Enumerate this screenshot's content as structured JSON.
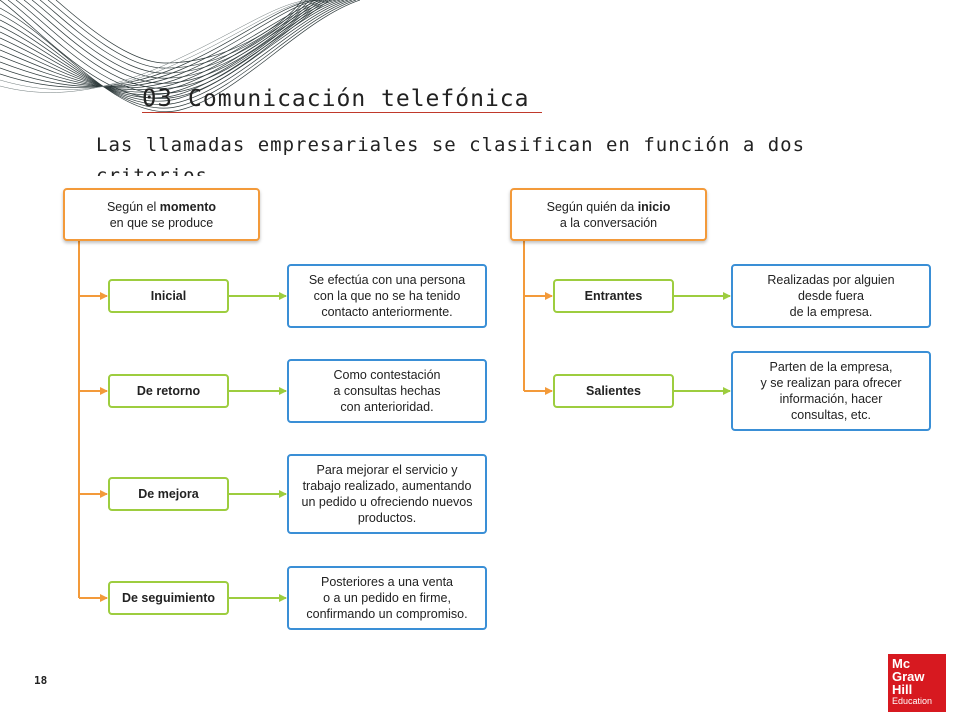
{
  "header": {
    "chapter_number": "03",
    "chapter_title": "Comunicación telefónica"
  },
  "intro": "Las llamadas empresariales se clasifican en función a dos criterios.",
  "diagram": {
    "left": {
      "head_prefix": "Según el ",
      "head_bold": "momento",
      "head_suffix": "\nen que se produce",
      "items": [
        {
          "label": "Inicial",
          "description": "Se efectúa con una persona\ncon la que no se ha tenido\ncontacto anteriormente."
        },
        {
          "label": "De retorno",
          "description": "Como contestación\na consultas hechas\ncon anterioridad."
        },
        {
          "label": "De mejora",
          "description": "Para mejorar el servicio y\ntrabajo realizado, aumentando\nun pedido u ofreciendo nuevos\nproductos."
        },
        {
          "label": "De seguimiento",
          "description": "Posteriores a una venta\no a un pedido en firme,\nconfirmando un compromiso."
        }
      ]
    },
    "right": {
      "head_prefix": "Según quién da ",
      "head_bold": "inicio",
      "head_suffix": "\na la conversación",
      "items": [
        {
          "label": "Entrantes",
          "description": "Realizadas por alguien\ndesde fuera\nde la empresa."
        },
        {
          "label": "Salientes",
          "description": "Parten de la empresa,\ny se realizan para ofrecer\ninformación, hacer\nconsultas, etc."
        }
      ]
    }
  },
  "footer": {
    "page_number": "18",
    "logo_lines": [
      "Mc",
      "Graw",
      "Hill",
      "Education"
    ]
  },
  "colors": {
    "head_border": "#f39a3a",
    "category_border": "#9dcd3f",
    "description_border": "#3a8fd6",
    "title_rule": "#c0392b",
    "logo_background": "#d71920"
  }
}
